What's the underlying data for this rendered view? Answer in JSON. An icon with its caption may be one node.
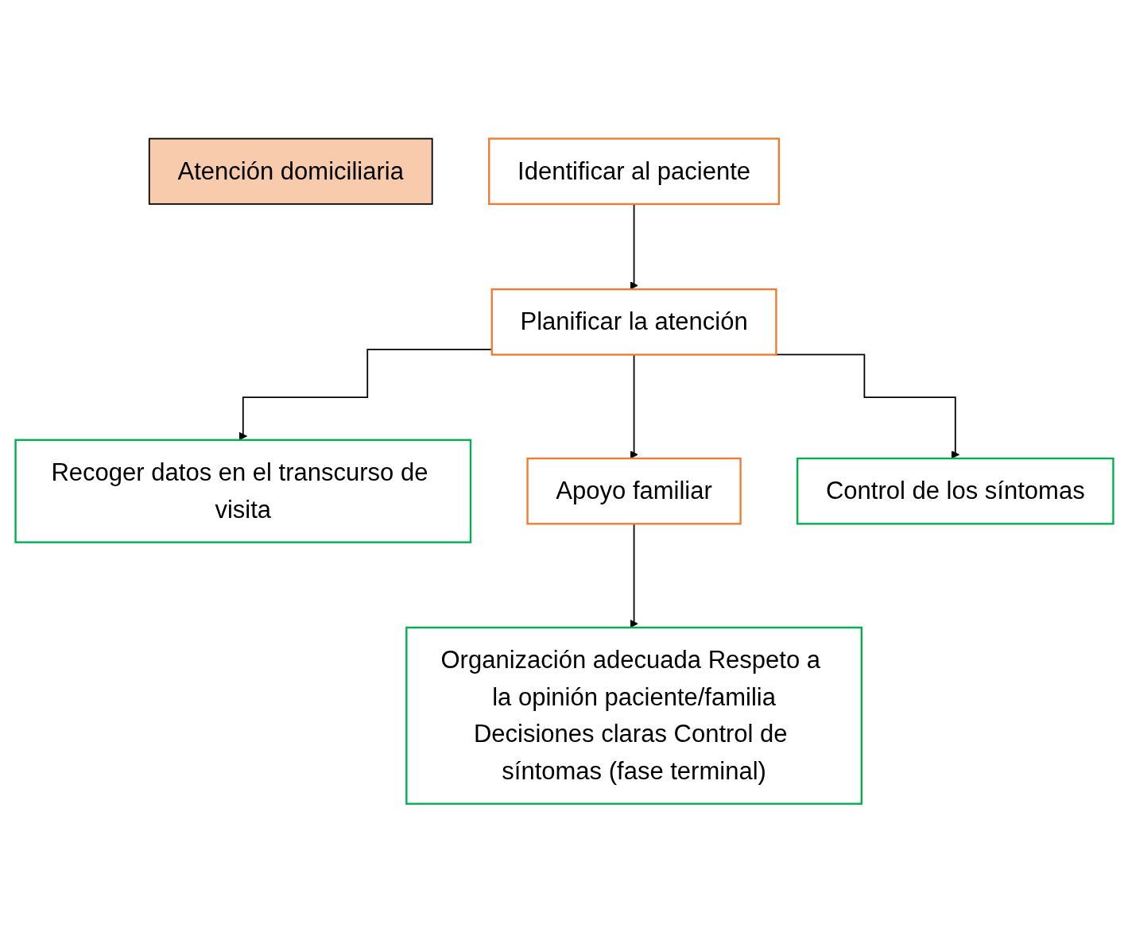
{
  "diagram": {
    "nodes": [
      {
        "text": [
          "Atención domiciliaria"
        ]
      },
      {
        "text": [
          "Identificar al paciente"
        ]
      },
      {
        "text": [
          "Planificar la atención"
        ]
      },
      {
        "text": [
          "Recoger datos en el transcurso de visita"
        ]
      },
      {
        "text": [
          "Apoyo familiar"
        ]
      },
      {
        "text": [
          "Control de los síntomas"
        ]
      },
      {
        "text": [
          "Organización adecuada Respeto a la opinión paciente/familia",
          "Decisiones claras Control de síntomas (fase terminal)"
        ]
      }
    ],
    "edges": [
      {
        "from": 1,
        "to": 2,
        "arrow": "to"
      },
      {
        "from": 2,
        "to": 3,
        "arrow": "to"
      },
      {
        "from": 2,
        "to": 4,
        "arrow": "to"
      },
      {
        "from": 2,
        "to": 5,
        "arrow": "to"
      },
      {
        "from": 4,
        "to": 6,
        "arrow": "to"
      }
    ]
  }
}
